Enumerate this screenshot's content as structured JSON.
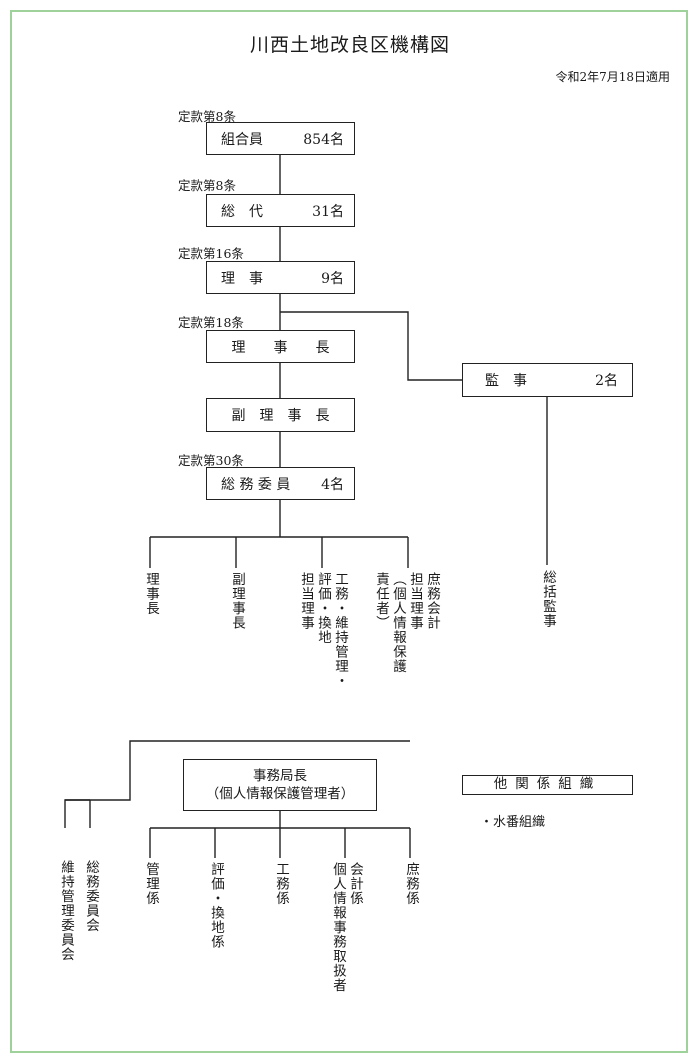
{
  "title": "川西土地改良区機構図",
  "date": "令和2年7月18日適用",
  "articles": {
    "members": "定款第8条",
    "delegates": "定款第8条",
    "directors": "定款第16条",
    "chair": "定款第18条",
    "general": "定款第30条"
  },
  "boxes": {
    "members": {
      "label": "組合員",
      "count": "854名"
    },
    "delegates": {
      "label": "総　代",
      "count": "31名"
    },
    "directors": {
      "label": "理　事",
      "count": "9名"
    },
    "chair": {
      "label": "理　　事　　長"
    },
    "vice": {
      "label": "副　理　事　長"
    },
    "general": {
      "label": "総 務 委 員",
      "count": "4名"
    },
    "auditor": {
      "label": "監　事",
      "count": "2名"
    },
    "office_head_line1": "事務局長",
    "office_head_line2": "（個人情報保護管理者）"
  },
  "committee_roles": [
    {
      "lines": [
        "理事長"
      ]
    },
    {
      "lines": [
        "副理事長"
      ]
    },
    {
      "lines": [
        "工務・維持管理・",
        "評価・換地",
        "担当理事"
      ]
    },
    {
      "lines": [
        "庶務会計",
        "担当理事",
        "（個人情報保護",
        "責任者）"
      ]
    }
  ],
  "auditor_role": "総括監事",
  "left_committees": [
    {
      "label": "維持管理委員会"
    },
    {
      "label": "総務委員会"
    }
  ],
  "office_staff": [
    {
      "lines": [
        "管理係"
      ]
    },
    {
      "lines": [
        "評価・換地係"
      ]
    },
    {
      "lines": [
        "工務係"
      ]
    },
    {
      "lines": [
        "会計係",
        "個人情報事務取扱者"
      ]
    },
    {
      "lines": [
        "庶務係"
      ]
    }
  ],
  "other": {
    "heading": "他関係組織",
    "items": [
      "・水番組織"
    ]
  }
}
